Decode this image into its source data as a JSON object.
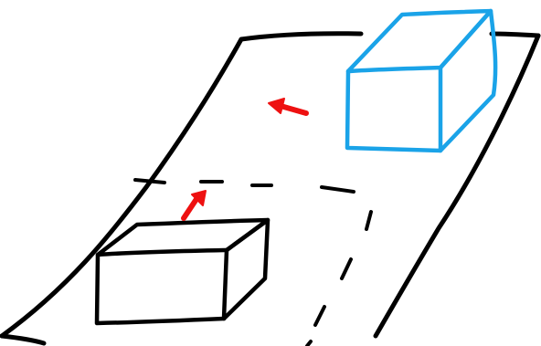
{
  "colors": {
    "background": "#ffffff",
    "road_outline": "#000000",
    "lane_markings": "#000000",
    "black_car": "#000000",
    "blue_car": "#1aa3e8",
    "arrows": "#ee1111"
  },
  "scene": {
    "road": {
      "name": "road-surface",
      "style": "hand-drawn parallelogram"
    },
    "lane_markings": [
      {
        "name": "horizontal-dashed-lane-line",
        "orientation": "horizontal"
      },
      {
        "name": "vertical-dashed-lane-line",
        "orientation": "vertical"
      }
    ],
    "vehicles": [
      {
        "name": "black-car-box",
        "color_key": "black_car",
        "position": "front-left"
      },
      {
        "name": "blue-car-box",
        "color_key": "blue_car",
        "position": "back-right"
      }
    ],
    "arrows": [
      {
        "name": "black-car-motion-arrow",
        "direction": "forward"
      },
      {
        "name": "blue-car-motion-arrow",
        "direction": "left"
      }
    ]
  }
}
